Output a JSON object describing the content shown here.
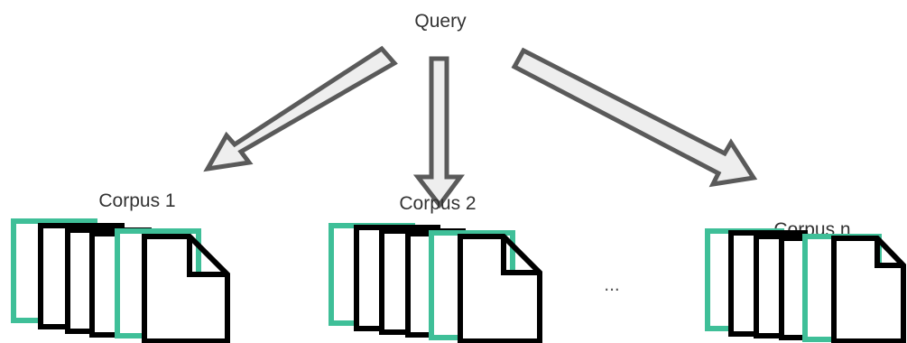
{
  "diagram": {
    "query_label": "Query",
    "ellipsis": "...",
    "corpora": [
      {
        "label": "Corpus 1"
      },
      {
        "label": "Corpus 2"
      },
      {
        "label": "Corpus n"
      }
    ]
  },
  "colors": {
    "arrow_fill": "#eeeeee",
    "arrow_stroke": "#5a5a5a",
    "doc_accent": "#3fbf98",
    "doc_outline": "#000000"
  }
}
